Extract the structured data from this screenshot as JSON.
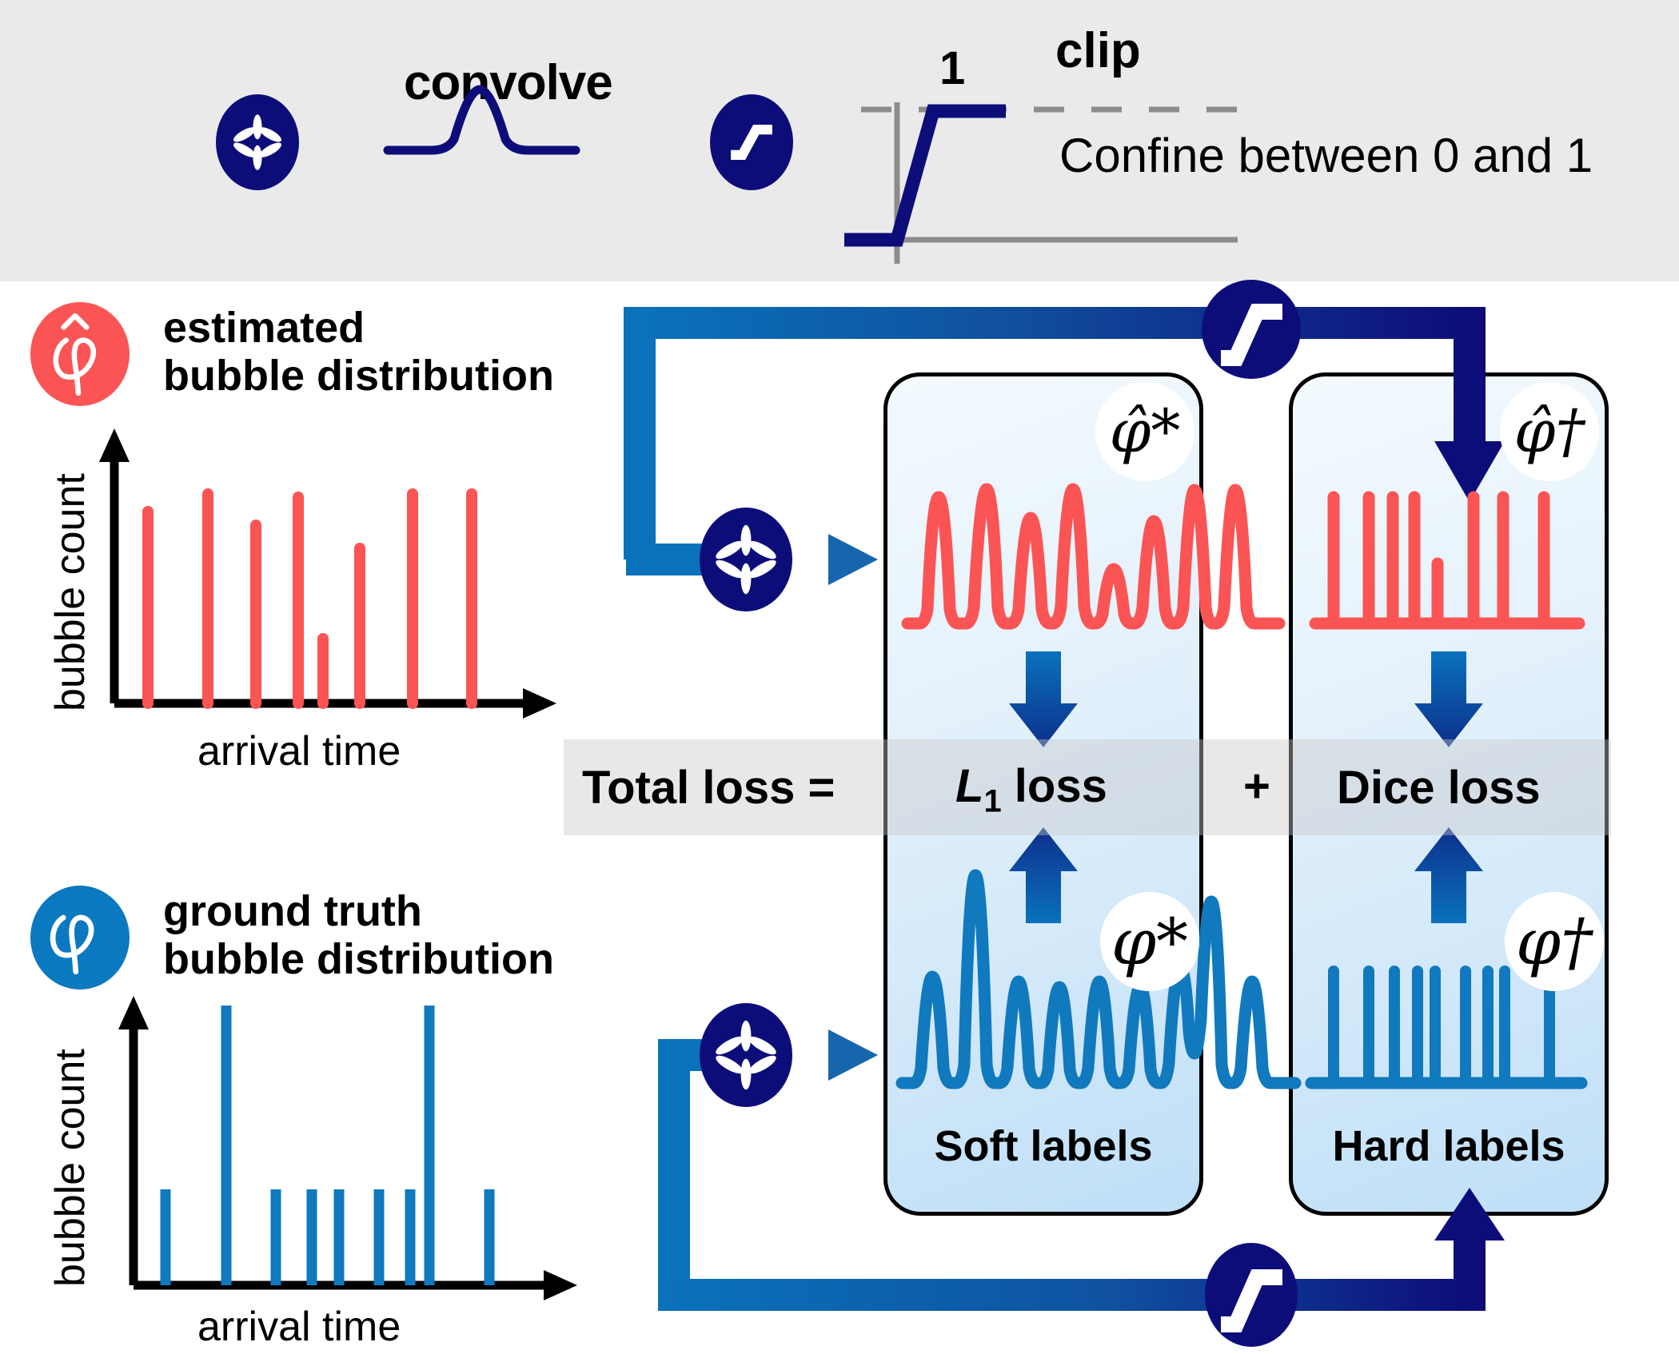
{
  "legend": {
    "convolve_label": "convolve",
    "convolve_icon": "asterisk-convolve-icon",
    "clip_label": "clip",
    "clip_icon": "sigmoid-clip-icon",
    "clip_axis_one": "1",
    "clip_description": "Confine between 0 and 1",
    "band_color": "#eaeaea",
    "navy": "#0d0d7a"
  },
  "estimated": {
    "badge_symbol": "φ̂",
    "title_line1": "estimated",
    "title_line2": "bubble distribution",
    "badge_color": "#fb5454",
    "y_axis_label": "bubble count",
    "x_axis_label": "arrival time"
  },
  "ground_truth": {
    "badge_symbol": "φ",
    "title_line1": "ground truth",
    "title_line2": "bubble distribution",
    "badge_color": "#0b79c0",
    "y_axis_label": "bubble count",
    "x_axis_label": "arrival time"
  },
  "boxes": {
    "soft": {
      "caption": "Soft labels",
      "top_badge_symbol": "φ̂*",
      "bottom_badge_symbol": "φ*"
    },
    "hard": {
      "caption": "Hard labels",
      "top_badge_symbol": "φ̂†",
      "bottom_badge_symbol": "φ†"
    }
  },
  "loss": {
    "total_label": "Total loss  =",
    "l1_label": "L1 loss",
    "l1_base": "L",
    "l1_sub": "1",
    "l1_suffix": " loss",
    "plus_label": "+",
    "dice_label": "Dice loss",
    "band_color": "#c8c8c8"
  },
  "colors": {
    "estimated_red": "#fb5454",
    "ground_truth_blue": "#1179bd",
    "navy": "#0d0d7a",
    "pipe_blue_light": "#0a72bb",
    "pipe_blue_dark": "#0d0d7a",
    "box_fill_top": "#f4fafe",
    "box_fill_bottom": "#bfdff7"
  },
  "chart_data": [
    {
      "type": "bar",
      "name": "estimated-bubble-distribution",
      "title": "estimated bubble distribution",
      "xlabel": "arrival time",
      "ylabel": "bubble count",
      "color": "#fb5454",
      "grid": false,
      "ylim": [
        0,
        1
      ],
      "x": [
        0.075,
        0.225,
        0.305,
        0.41,
        0.48,
        0.565,
        0.695,
        0.835
      ],
      "values": [
        0.78,
        0.86,
        0.7,
        0.85,
        0.26,
        0.63,
        0.86,
        0.86
      ]
    },
    {
      "type": "bar",
      "name": "ground-truth-bubble-distribution",
      "title": "ground truth bubble distribution",
      "xlabel": "arrival time",
      "ylabel": "bubble count",
      "color": "#1179bd",
      "grid": false,
      "ylim": [
        0,
        1
      ],
      "x": [
        0.075,
        0.215,
        0.335,
        0.435,
        0.512,
        0.625,
        0.712,
        0.765,
        0.93
      ],
      "values": [
        0.5,
        1.0,
        0.5,
        0.5,
        0.5,
        0.5,
        0.5,
        1.0,
        0.5
      ]
    },
    {
      "type": "line",
      "name": "estimated-soft-labels",
      "title": "φ̂* soft labels (estimated, convolved)",
      "color": "#fb5454",
      "grid": false,
      "peaks_x": [
        0.07,
        0.2,
        0.31,
        0.4,
        0.48,
        0.565,
        0.645,
        0.73,
        0.82,
        0.9
      ],
      "peaks_y": [
        0.82,
        1.0,
        0.72,
        1.0,
        0.4,
        0.62,
        0.84,
        0.86,
        1.0,
        1.0
      ]
    },
    {
      "type": "bar",
      "name": "estimated-hard-labels",
      "title": "φ̂† hard labels (estimated, clipped)",
      "color": "#fb5454",
      "grid": false,
      "x": [
        0.08,
        0.21,
        0.3,
        0.38,
        0.47,
        0.61,
        0.72,
        0.87
      ],
      "values": [
        1.0,
        1.0,
        1.0,
        1.0,
        0.48,
        1.0,
        1.0,
        1.0
      ]
    },
    {
      "type": "line",
      "name": "ground-truth-soft-labels",
      "title": "φ* soft labels (ground truth, convolved)",
      "color": "#1179bd",
      "grid": false,
      "peaks_x": [
        0.06,
        0.2,
        0.3,
        0.38,
        0.45,
        0.52,
        0.6,
        0.68,
        0.74,
        0.86
      ],
      "peaks_y": [
        0.62,
        1.0,
        0.6,
        0.58,
        0.6,
        0.62,
        0.6,
        0.68,
        1.0,
        0.6
      ]
    },
    {
      "type": "bar",
      "name": "ground-truth-hard-labels",
      "title": "φ† hard labels (ground truth, clipped)",
      "color": "#1179bd",
      "grid": false,
      "x": [
        0.08,
        0.21,
        0.31,
        0.4,
        0.46,
        0.58,
        0.66,
        0.73,
        0.9
      ],
      "values": [
        1.0,
        1.0,
        1.0,
        1.0,
        1.0,
        1.0,
        1.0,
        1.0,
        1.0
      ]
    }
  ]
}
